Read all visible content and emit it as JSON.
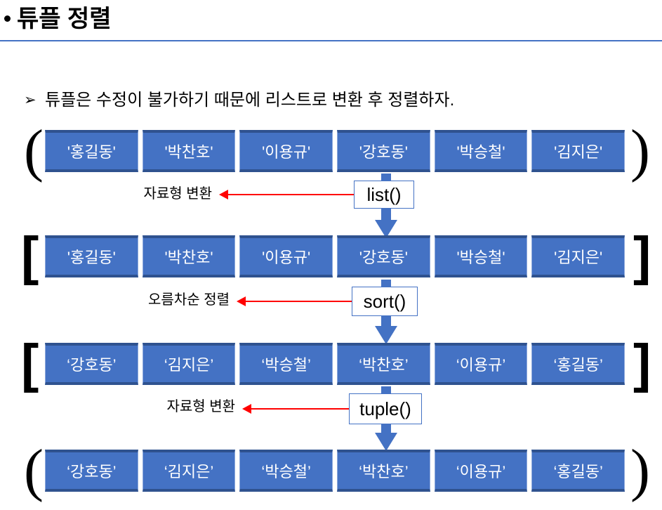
{
  "slide": {
    "title": "튜플 정렬",
    "bullet_glyph": "•",
    "subtitle_glyph": "➢",
    "subtitle": "튜플은 수정이 불가하기 때문에 리스트로 변환 후 정렬하자.",
    "accent_color": "#4472C4",
    "box_fill_color": "#4472C4",
    "box_edge_color": "#2F528F",
    "arrow_red_color": "#FF0000",
    "text_color": "#000000",
    "cell_text_color": "#FFFFFF"
  },
  "rows": [
    {
      "type": "tuple",
      "open_bracket": "(",
      "close_bracket": ")",
      "items": [
        "'홍길동'",
        "'박찬호'",
        "'이용규'",
        "'강호동'",
        "'박승철'",
        "'김지은'"
      ]
    },
    {
      "type": "list",
      "open_bracket": "[",
      "close_bracket": "]",
      "items": [
        "'홍길동'",
        "'박찬호'",
        "'이용규'",
        "'강호동'",
        "'박승철'",
        "'김지은'"
      ]
    },
    {
      "type": "list-sorted",
      "open_bracket": "[",
      "close_bracket": "]",
      "items": [
        "‘강호동’",
        "‘김지은’",
        "‘박승철’",
        "‘박찬호’",
        "‘이용규’",
        "‘홍길동’"
      ]
    },
    {
      "type": "tuple-sorted",
      "open_bracket": "(",
      "close_bracket": ")",
      "items": [
        "‘강호동’",
        "‘김지은’",
        "‘박승철’",
        "‘박찬호’",
        "‘이용규’",
        "‘홍길동’"
      ]
    }
  ],
  "steps": [
    {
      "function": "list()",
      "label": "자료형 변환"
    },
    {
      "function": "sort()",
      "label": "오름차순 정렬"
    },
    {
      "function": "tuple()",
      "label": "자료형 변환"
    }
  ]
}
